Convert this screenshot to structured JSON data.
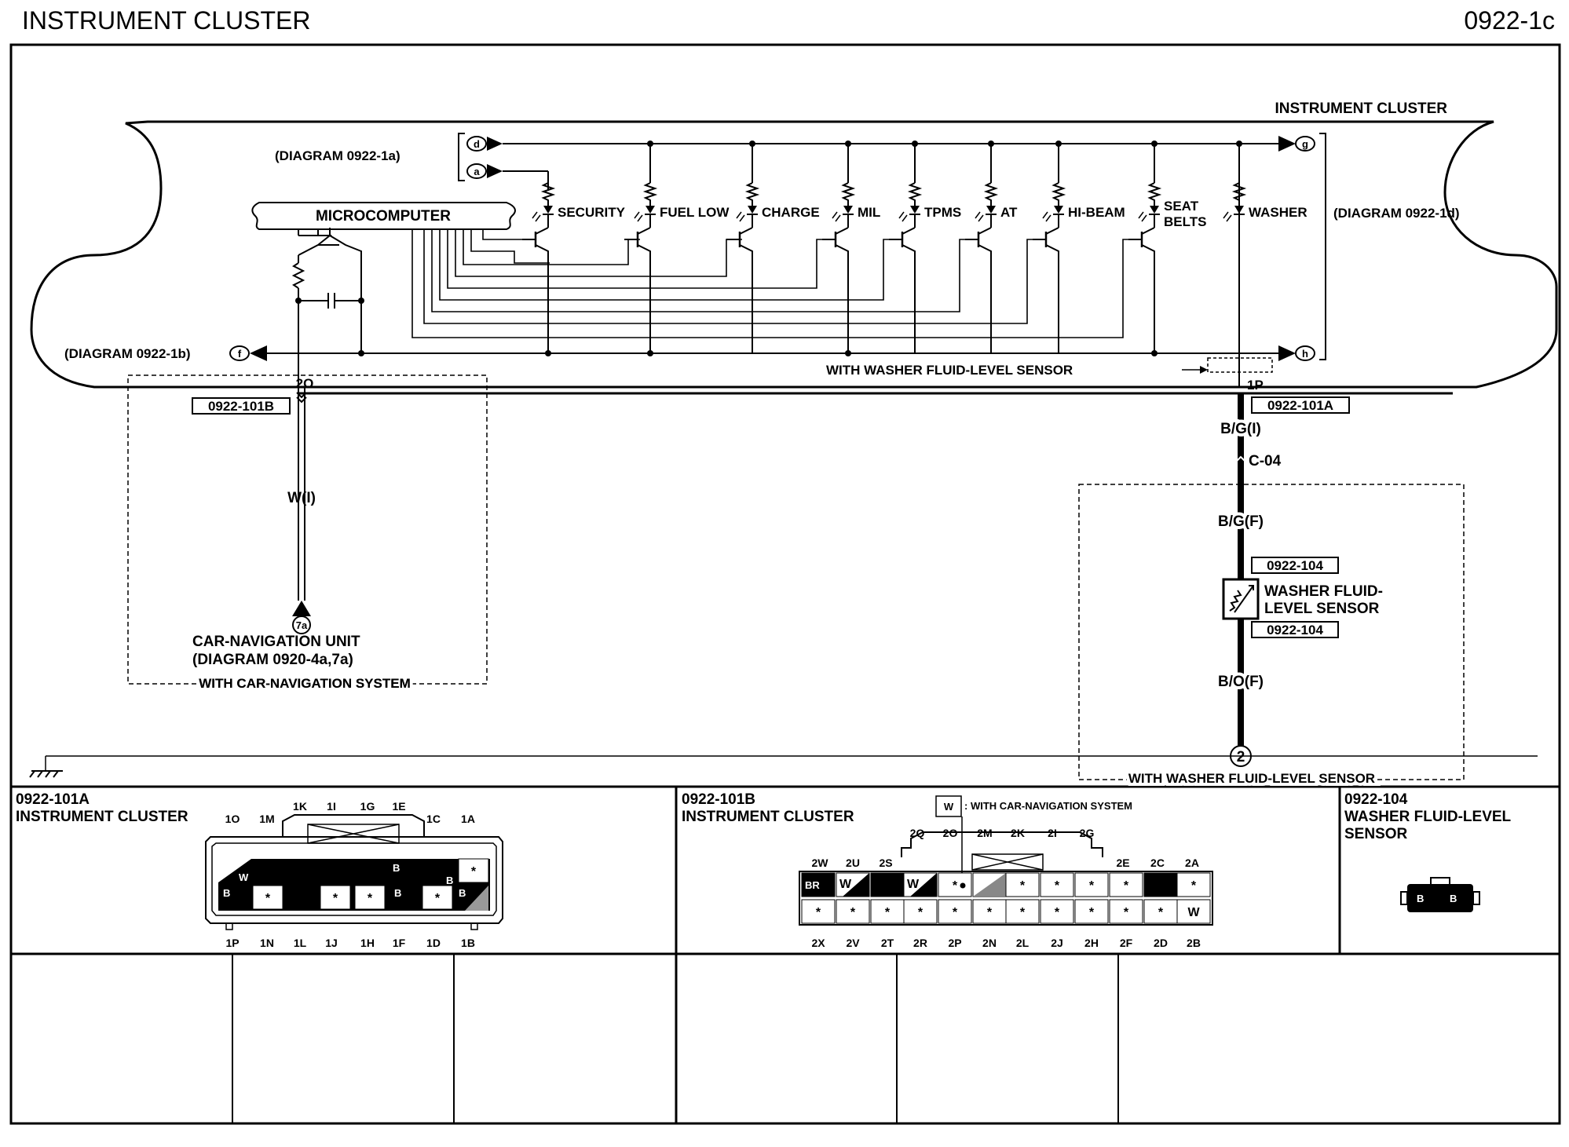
{
  "page": {
    "title": "INSTRUMENT CLUSTER",
    "page_number": "0922-1c"
  },
  "cluster": {
    "label": "INSTRUMENT CLUSTER",
    "microcomputer": "MICROCOMPUTER",
    "ref_in": "(DIAGRAM 0922-1a)",
    "ref_out_right": "(DIAGRAM 0922-1d)",
    "ref_out_left": "(DIAGRAM 0922-1b)",
    "conn_d": "d",
    "conn_a": "a",
    "conn_g": "g",
    "conn_h": "h",
    "conn_f": "f",
    "indicators": [
      "SECURITY",
      "FUEL LOW",
      "CHARGE",
      "MIL",
      "TPMS",
      "AT",
      "HI-BEAM",
      "SEAT",
      "BELTS",
      "WASHER"
    ],
    "washer_sensor_note": "WITH WASHER FLUID-LEVEL SENSOR"
  },
  "nav": {
    "pin": "2O",
    "connector": "0922-101B",
    "wire": "W(I)",
    "ref": "7a",
    "unit": "CAR-NAVIGATION UNIT",
    "unit_ref": "(DIAGRAM 0920-4a,7a)",
    "box_label": "WITH CAR-NAVIGATION SYSTEM"
  },
  "washer": {
    "pin": "1P",
    "connector": "0922-101A",
    "wire1": "B/G(I)",
    "joint": "C-04",
    "wire2": "B/G(F)",
    "sensor_connector": "0922-104",
    "sensor_line1": "WASHER FLUID-",
    "sensor_line2": "LEVEL SENSOR",
    "wire3": "B/O(F)",
    "ground": "2",
    "box_label": "WITH WASHER FLUID-LEVEL SENSOR"
  },
  "connectors": {
    "a": {
      "code": "0922-101A",
      "name": "INSTRUMENT CLUSTER",
      "top_pins": [
        "1O",
        "1M",
        "1K",
        "1I",
        "1G",
        "1E",
        "1C",
        "1A"
      ],
      "bottom_pins": [
        "1P",
        "1N",
        "1L",
        "1J",
        "1H",
        "1F",
        "1D",
        "1B"
      ],
      "w": "W",
      "star": "*",
      "b": "B"
    },
    "b": {
      "code": "0922-101B",
      "name": "INSTRUMENT CLUSTER",
      "legend_w": "W",
      "legend_text": ": WITH CAR-NAVIGATION SYSTEM",
      "top_upper": [
        "2Q",
        "2O",
        "2M",
        "2K",
        "2I",
        "2G"
      ],
      "top_lower": [
        "2W",
        "2U",
        "2S",
        "2E",
        "2C",
        "2A"
      ],
      "bottom_pins": [
        "2X",
        "2V",
        "2T",
        "2R",
        "2P",
        "2N",
        "2L",
        "2J",
        "2H",
        "2F",
        "2D",
        "2B"
      ],
      "br": "BR",
      "w": "W",
      "star": "*"
    },
    "c": {
      "code": "0922-104",
      "line1": "WASHER FLUID-LEVEL",
      "line2": "SENSOR",
      "b": "B"
    }
  }
}
